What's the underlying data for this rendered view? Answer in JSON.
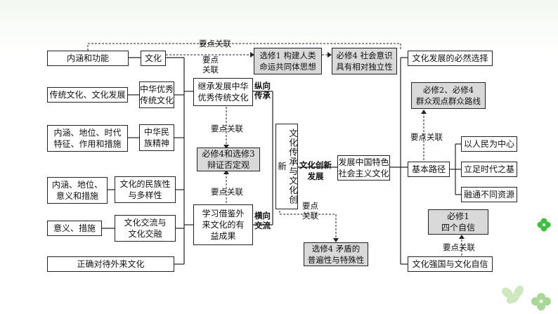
{
  "left_column": {
    "neihan_gongneng": "内涵和功能",
    "chuantong_fazhan": "传统文化、文化发展",
    "neihan_diwei": "内涵、地位、时代\n特征、作用和措施",
    "neihan_diwei_yiyi": "内涵、地位、\n意义和措施",
    "yiyi_cuoshi": "意义、措施",
    "zhengque_duidai": "正确对待外来文化"
  },
  "second_column": {
    "wenhua": "文化",
    "zhonghua_youxiu": "中华优秀\n传统文化",
    "zhonghua_minzu": "中华民\n族精神",
    "minzuxing": "文化的民族性\n与多样性",
    "jiaoliu_jiaorong": "文化交流与\n文化交融"
  },
  "center": {
    "jicheng": "继承发展中华\n优秀传统文化",
    "bixiu4_xuanxiu3": "必修4和选修3\n辩证否定观",
    "xuexi_jiejian": "学习借鉴外\n来文化的有\n益成果",
    "xuanxiu1": "选修1 构建人类\n命运共同体思想",
    "bixiu4_shehui": "必修4 社会意识\n具有相对独立性",
    "main_vertical": "文化传承与文化创新",
    "xuanxiu4": "选修4 矛盾的\n普遍性与特殊性",
    "fazhan_tese": "发展中国特色\n社会主义文化"
  },
  "right_column": {
    "biran_xuanze": "文化发展的必然选择",
    "bixiu2": "必修2、必修4\n群众观点群众路线",
    "jiben_lujing": "基本路径",
    "renmin": "以人民为中心",
    "lizu": "立足时代之基",
    "rongtong": "融通不同资源",
    "bixiu1": "必修1\n四个自信",
    "wenhua_qiangguo": "文化强国与文化自信"
  },
  "labels": {
    "yaodian_top": "要点关联",
    "yaodian_wenhua": "要点\n关联",
    "yaodian_mid1": "要点关联",
    "yaodian_mid2": "要点关联",
    "yaodian_right1": "要点关联",
    "yaodian_right2": "要点关联",
    "yaodian_bottom": "要点\n关联",
    "zongxiang": "纵向\n传承",
    "hengxiang": "横向\n交流",
    "chuangxin": "文化创新\n发展"
  }
}
